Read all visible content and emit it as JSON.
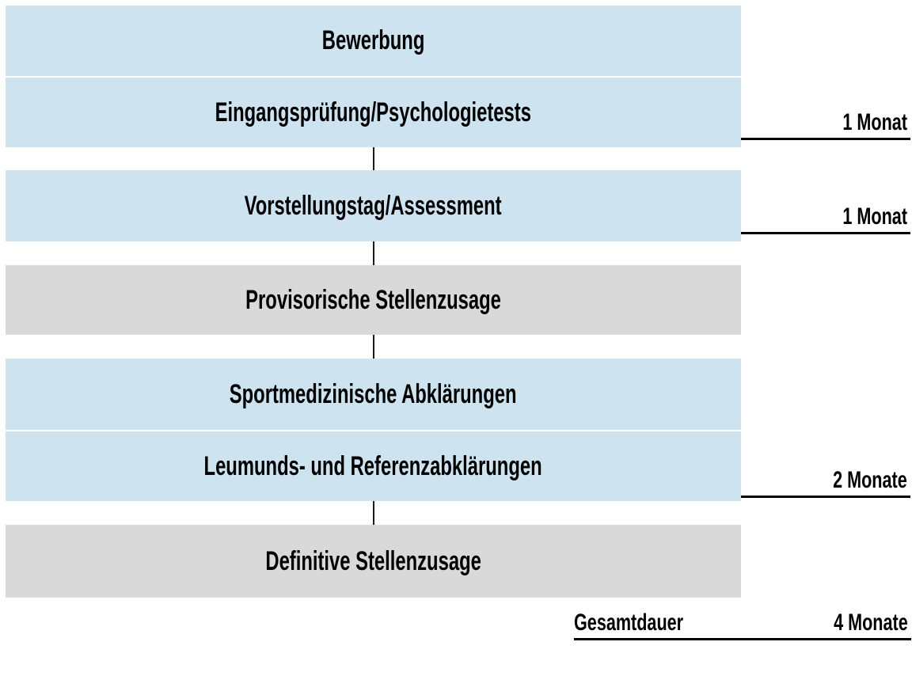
{
  "diagram": {
    "description": "Recruitment process timeline flowchart (German)",
    "steps": [
      {
        "label": "Bewerbung",
        "style": "blue"
      },
      {
        "label": "Eingangsprüfung/Psychologietests",
        "style": "blue"
      },
      {
        "label": "Vorstellungstag/Assessment",
        "style": "blue"
      },
      {
        "label": "Provisorische Stellenzusage",
        "style": "gray"
      },
      {
        "label": "Sportmedizinische Abklärungen",
        "style": "blue"
      },
      {
        "label": "Leumunds- und Referenzabklärungen",
        "style": "blue"
      },
      {
        "label": "Definitive Stellenzusage",
        "style": "gray"
      }
    ],
    "durations": [
      "1 Monat",
      "1 Monat",
      "2 Monate"
    ],
    "total": {
      "label": "Gesamtdauer",
      "value": "4 Monate"
    },
    "colors": {
      "step_blue": "#cde3f0",
      "step_gray": "#d8d9d8",
      "line": "#000000",
      "text": "#000000"
    }
  }
}
